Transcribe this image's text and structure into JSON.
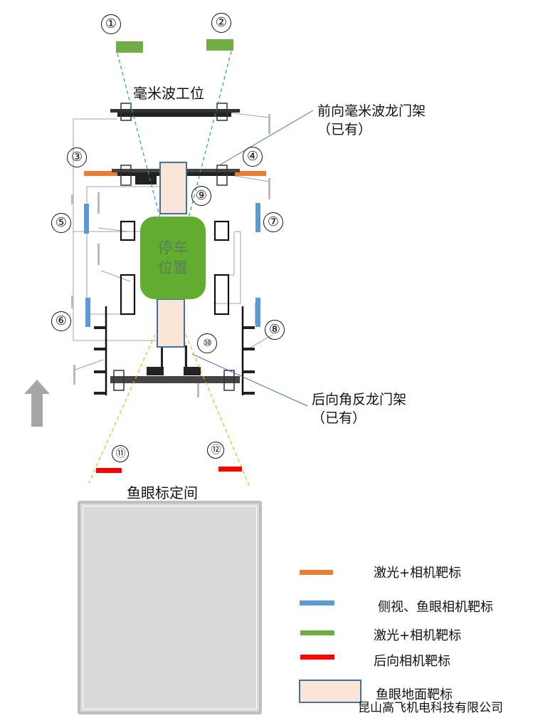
{
  "colors": {
    "laser_camera_orange": "#ed7d31",
    "side_fisheye_blue": "#5b9bd5",
    "laser_camera_green": "#70ad47",
    "rear_camera_red": "#ff0000",
    "fisheye_ground_fill": "#fbe5d6",
    "fisheye_ground_border": "#41719c",
    "parking_green": "#62ad30",
    "arrow_gray": "#a6a6a6",
    "room_gray": "#d9d9d9"
  },
  "labels": {
    "mmwave_station": "毫米波工位",
    "front_gantry_line1": "前向毫米波龙门架",
    "front_gantry_line2": "（已有）",
    "rear_gantry_line1": "后向角反龙门架",
    "rear_gantry_line2": "（已有）",
    "parking_line1": "停车",
    "parking_line2": "位置",
    "fisheye_room": "鱼眼标定间",
    "company": "昆山高飞机电科技有限公司"
  },
  "markers": [
    "①",
    "②",
    "③",
    "④",
    "⑤",
    "⑥",
    "⑦",
    "⑧",
    "⑨",
    "⑩",
    "⑪",
    "⑫"
  ],
  "legend": [
    {
      "swatch": "orange-line",
      "text": "激光+相机靶标"
    },
    {
      "swatch": "blue-line",
      "text": "侧视、鱼眼相机靶标"
    },
    {
      "swatch": "green-line",
      "text": "激光+相机靶标"
    },
    {
      "swatch": "red-line",
      "text": "后向相机靶标"
    },
    {
      "swatch": "peach-box",
      "text": "鱼眼地面靶标"
    }
  ],
  "icons": {
    "direction_arrow": "up-arrow-icon"
  }
}
